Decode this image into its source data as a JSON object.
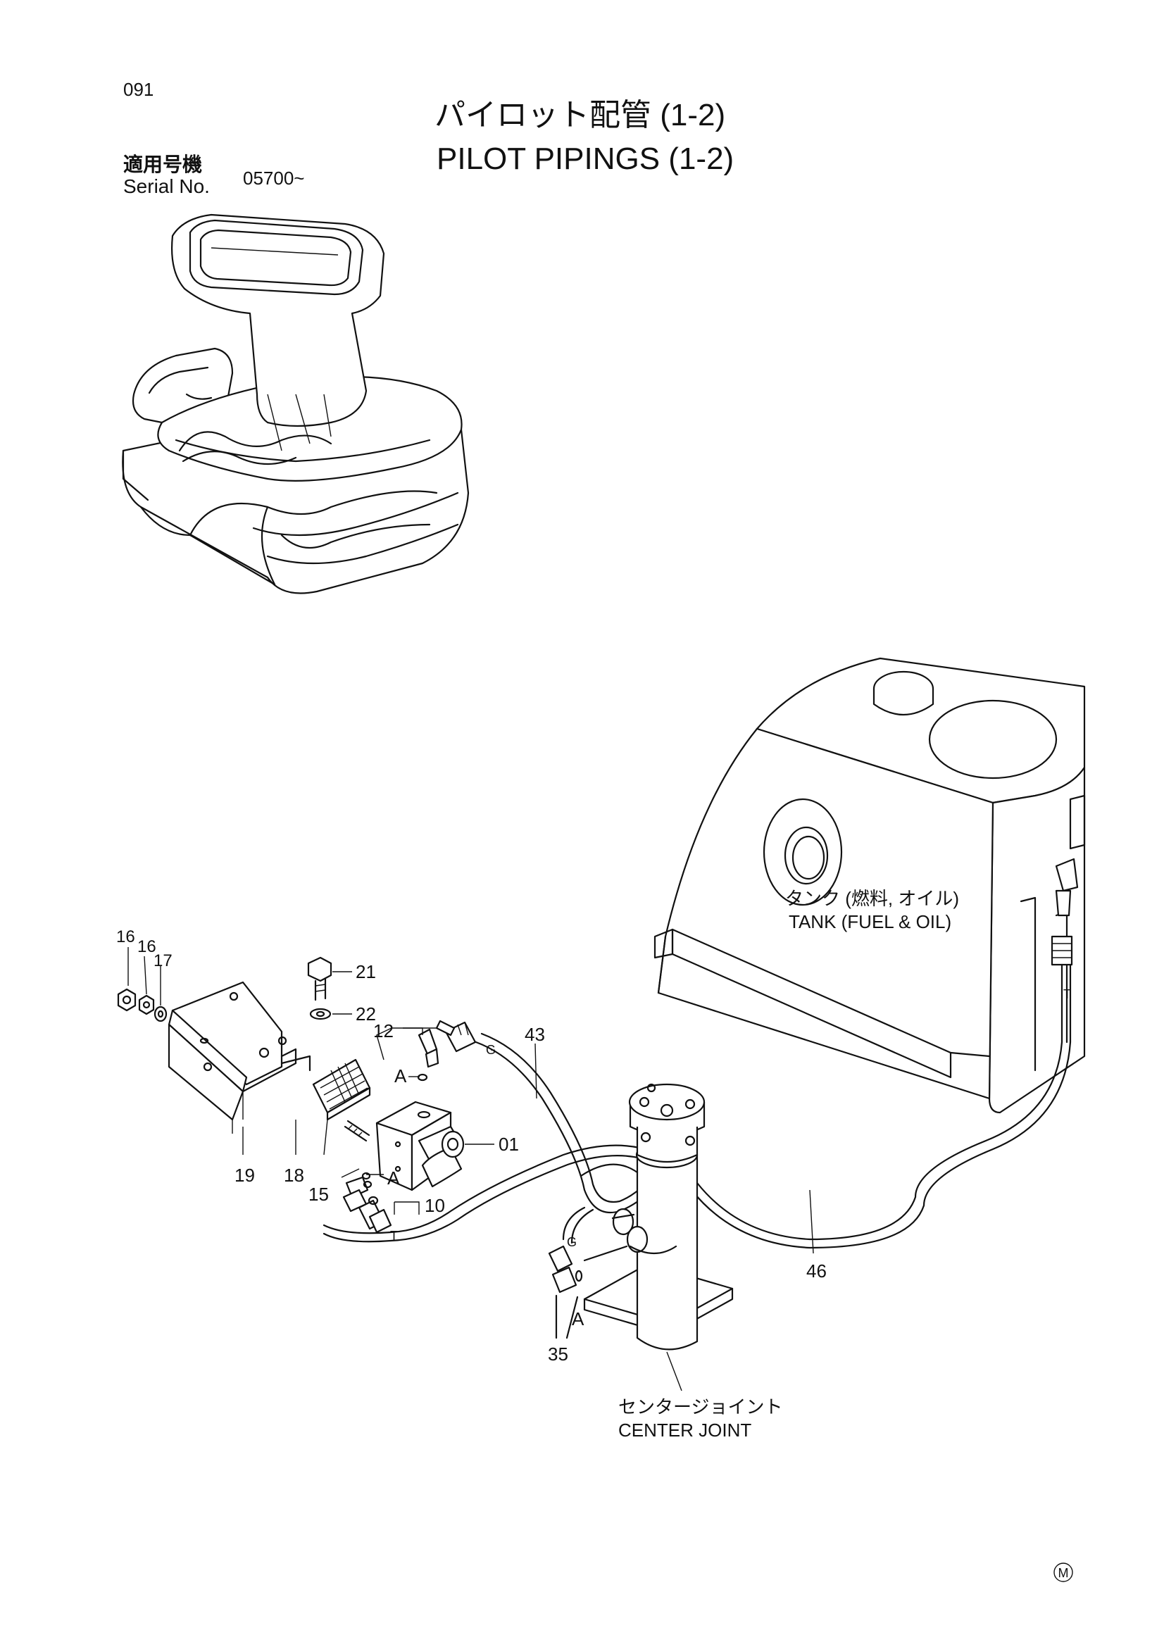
{
  "page_number": "091",
  "title": {
    "jp": "パイロット配管 (1-2)",
    "en": "PILOT PIPINGS (1-2)"
  },
  "serial": {
    "label_jp": "適用号機",
    "label_en": "Serial No.",
    "value": "05700~"
  },
  "labels": {
    "tank_jp": "タンク (燃料, オイル)",
    "tank_en": "TANK (FUEL & OIL)",
    "center_joint_jp": "センタージョイント",
    "center_joint_en": "CENTER JOINT",
    "port_g": "G",
    "port_t": "T",
    "detail_a": "A"
  },
  "part_numbers": {
    "p16a": "16",
    "p16b": "16",
    "p17": "17",
    "p21": "21",
    "p22": "22",
    "p12": "12",
    "p43": "43",
    "p01": "01",
    "p19": "19",
    "p18": "18",
    "p15": "15",
    "p10": "10",
    "p46": "46",
    "p35": "35"
  },
  "mark": "M"
}
